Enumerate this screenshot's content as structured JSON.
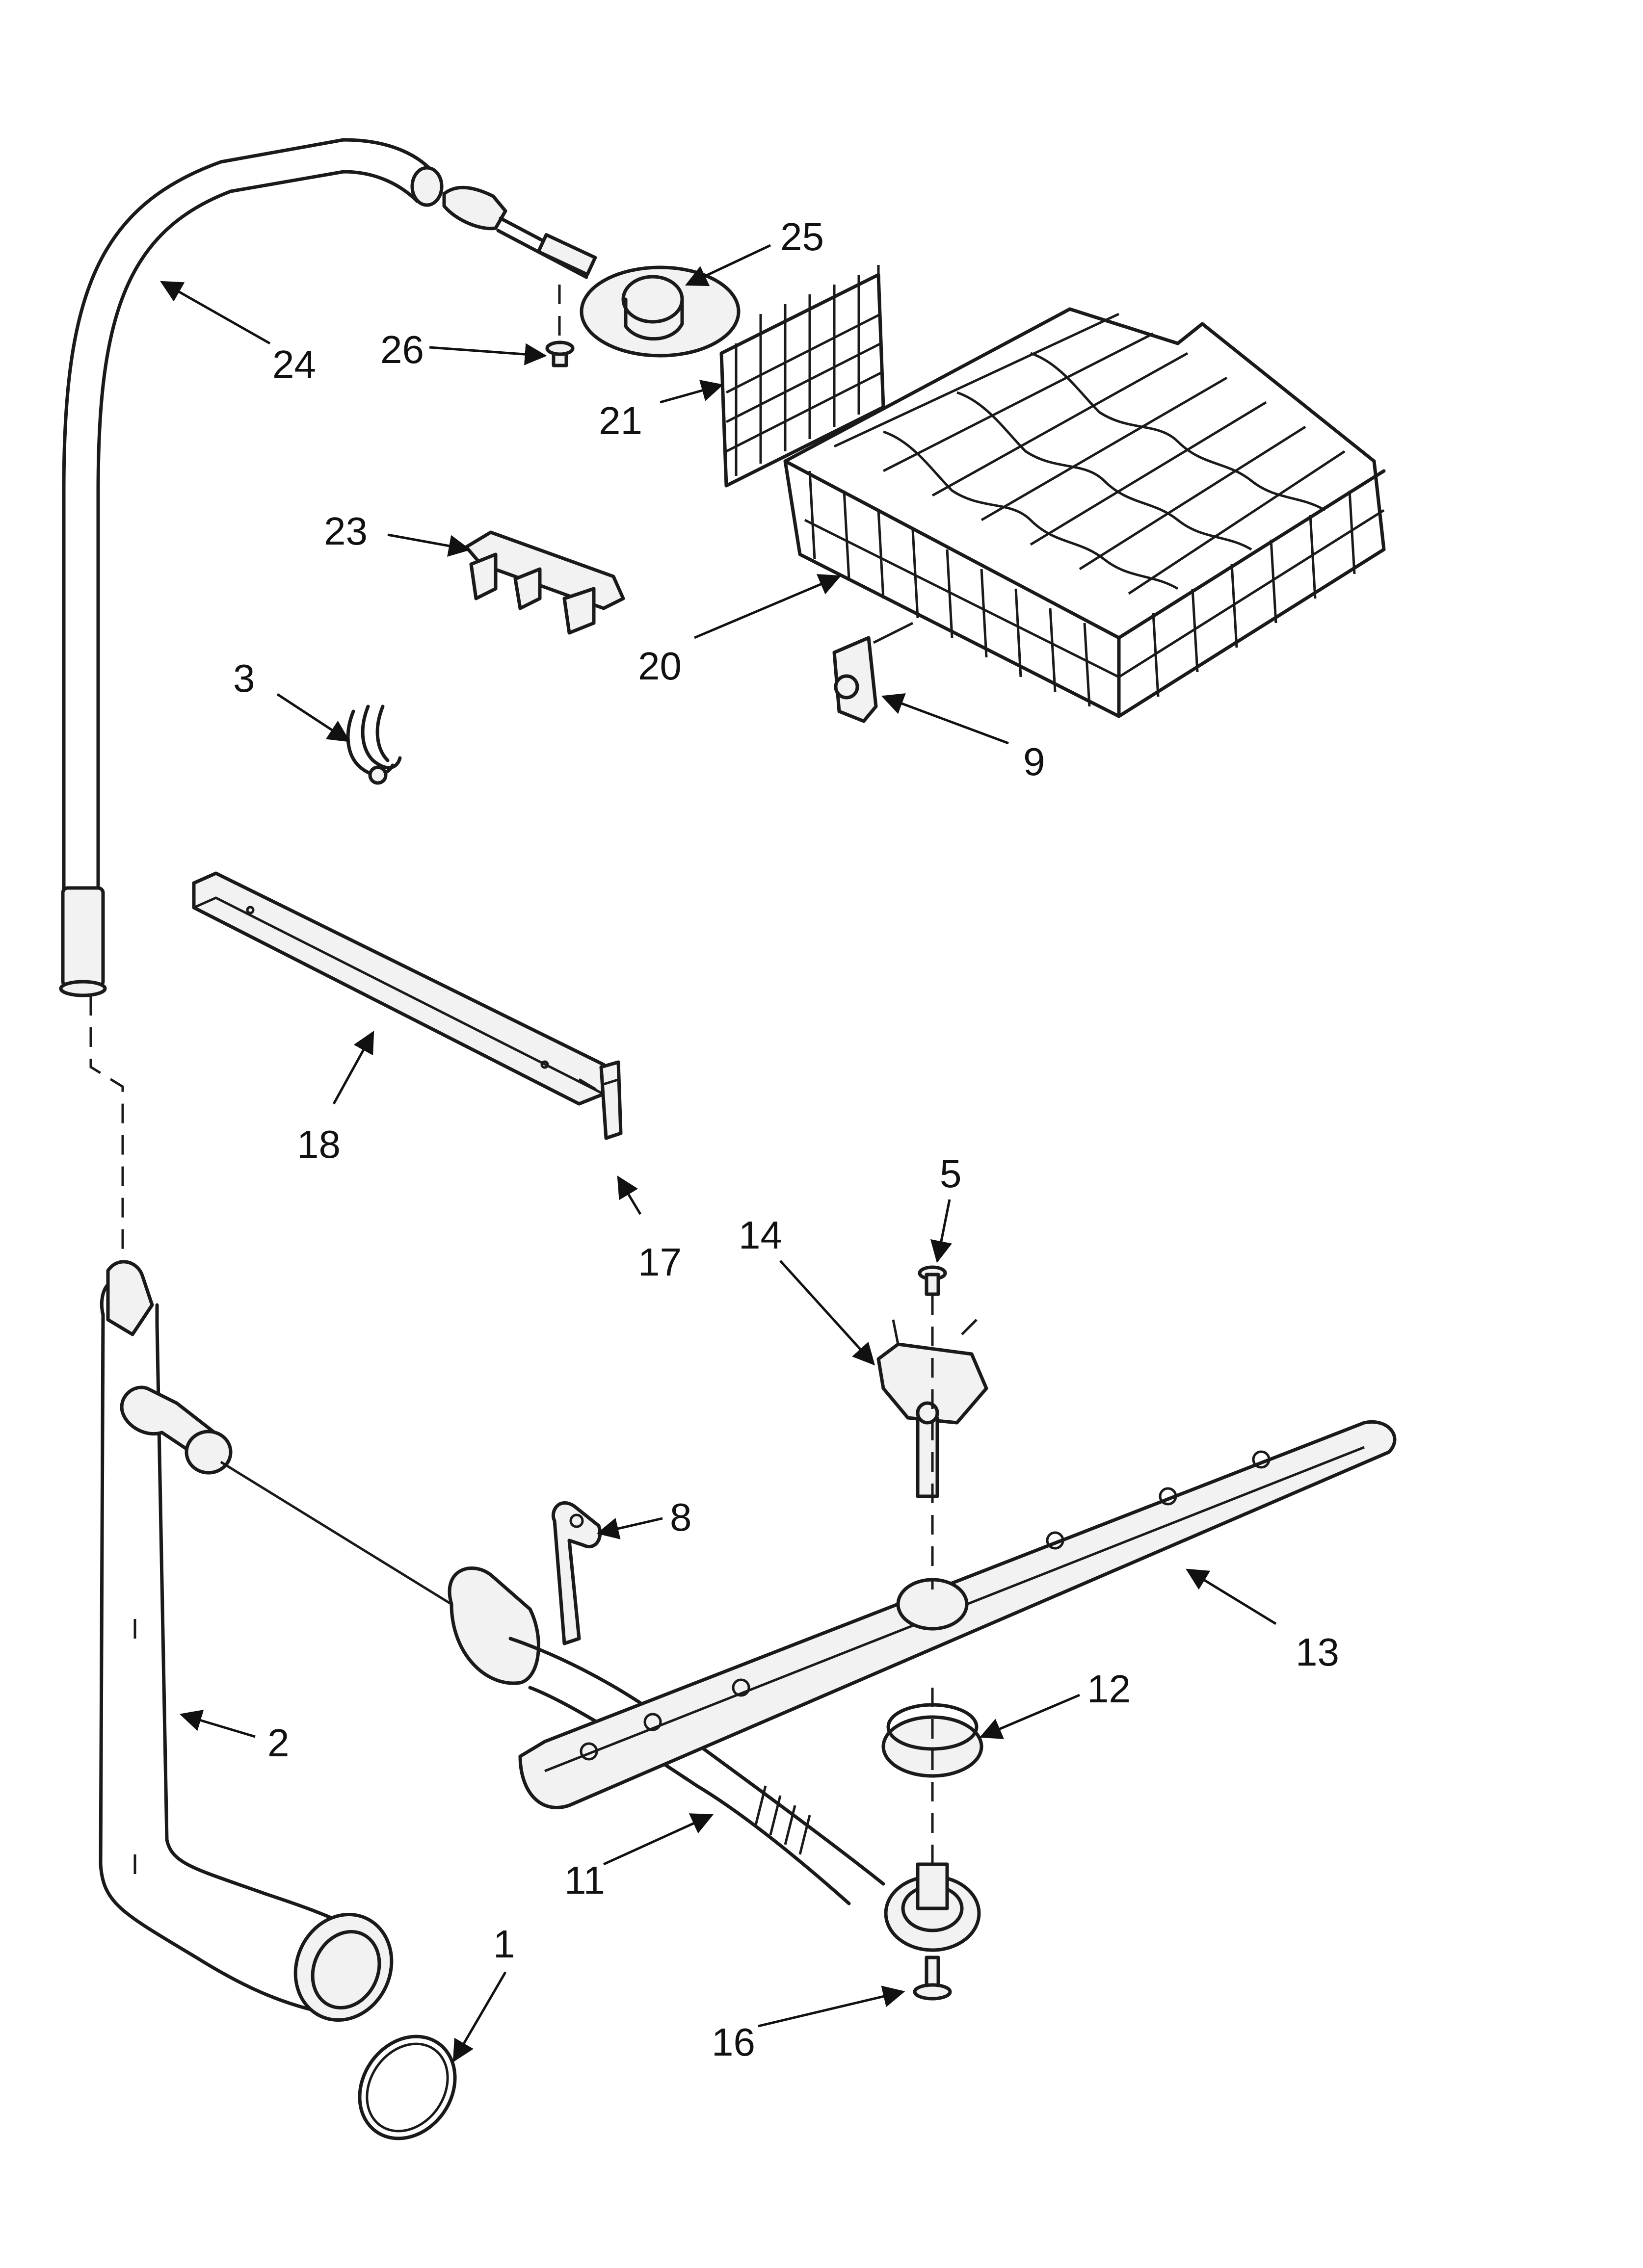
{
  "diagram": {
    "callouts": {
      "c1": "1",
      "c2": "2",
      "c3": "3",
      "c5": "5",
      "c8": "8",
      "c9": "9",
      "c11": "11",
      "c12": "12",
      "c13": "13",
      "c14": "14",
      "c16": "16",
      "c17": "17",
      "c18": "18",
      "c20": "20",
      "c21": "21",
      "c23": "23",
      "c24": "24",
      "c25": "25",
      "c26": "26"
    }
  }
}
